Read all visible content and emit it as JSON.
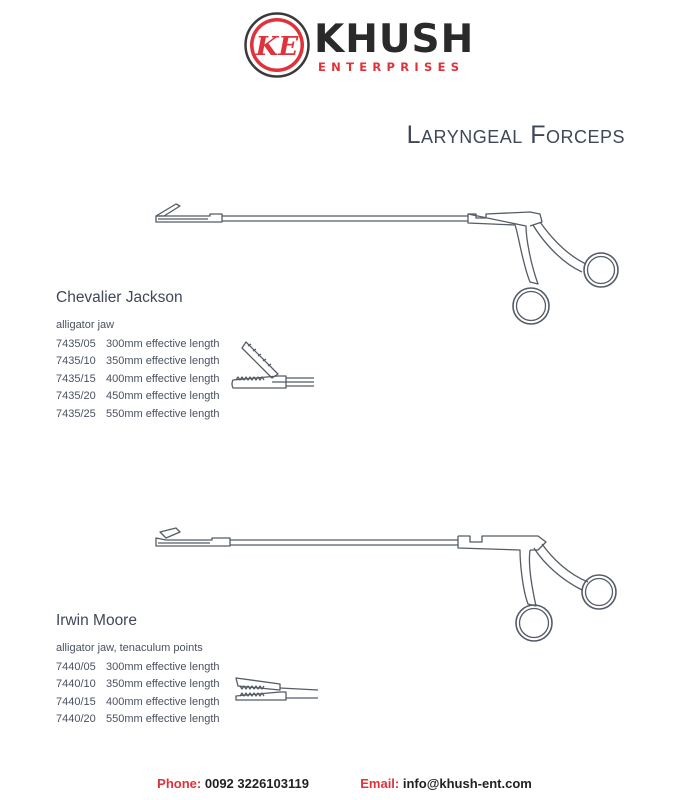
{
  "brand": {
    "monogram": "KE",
    "name": "KHUSH",
    "subtitle": "ENTERPRISES"
  },
  "page_title": "Laryngeal Forceps",
  "products": [
    {
      "name": "Chevalier Jackson",
      "jaw": "alligator jaw",
      "items": [
        {
          "code": "7435/05",
          "desc": "300mm effective length"
        },
        {
          "code": "7435/10",
          "desc": "350mm effective length"
        },
        {
          "code": "7435/15",
          "desc": "400mm effective length"
        },
        {
          "code": "7435/20",
          "desc": "450mm effective length"
        },
        {
          "code": "7435/25",
          "desc": "550mm effective length"
        }
      ]
    },
    {
      "name": "Irwin Moore",
      "jaw": "alligator jaw, tenaculum points",
      "items": [
        {
          "code": "7440/05",
          "desc": "300mm effective length"
        },
        {
          "code": "7440/10",
          "desc": "350mm effective length"
        },
        {
          "code": "7440/15",
          "desc": "400mm effective length"
        },
        {
          "code": "7440/20",
          "desc": "550mm effective length"
        }
      ]
    }
  ],
  "contact": {
    "phone_label": "Phone:",
    "phone": "0092 3226103119",
    "email_label": "Email:",
    "email": "info@khush-ent.com"
  },
  "colors": {
    "brand_red": "#e0323b",
    "text": "#3f4758",
    "line": "#555c66"
  }
}
